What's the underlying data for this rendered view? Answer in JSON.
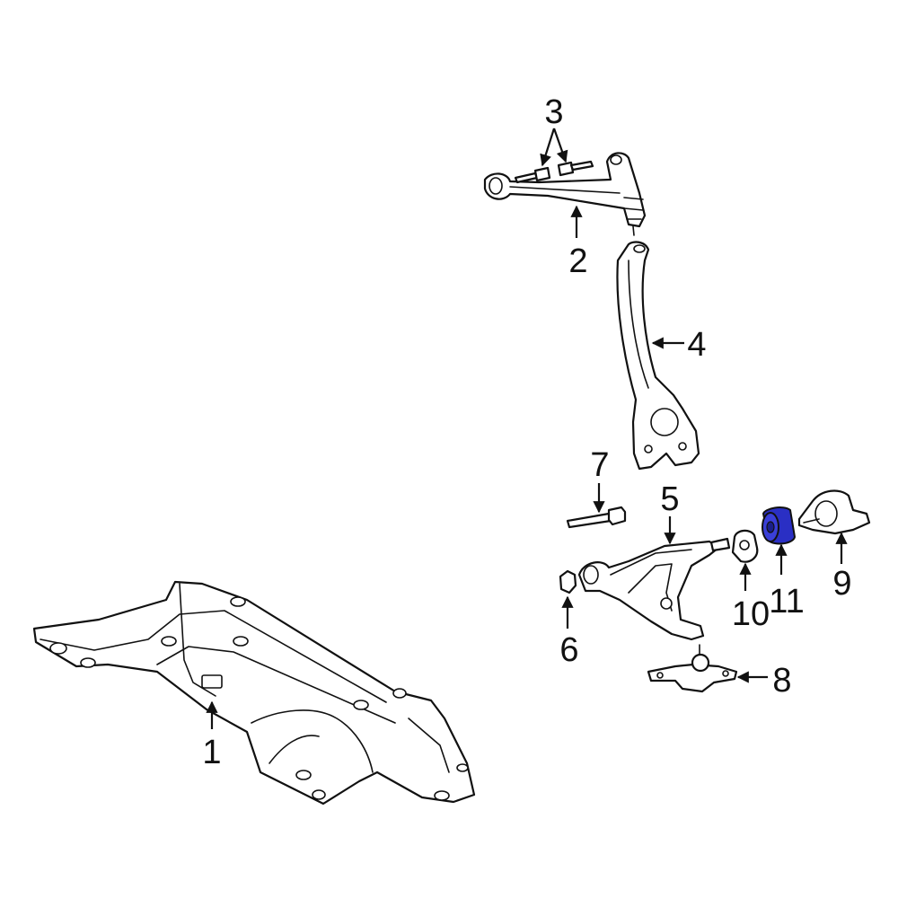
{
  "callouts": {
    "c1": "1",
    "c2": "2",
    "c3": "3",
    "c4": "4",
    "c5": "5",
    "c6": "6",
    "c7": "7",
    "c8": "8",
    "c9": "9",
    "c10": "10",
    "c11": "11"
  },
  "colors": {
    "highlight": "#2a2fc4",
    "line": "#111111"
  }
}
